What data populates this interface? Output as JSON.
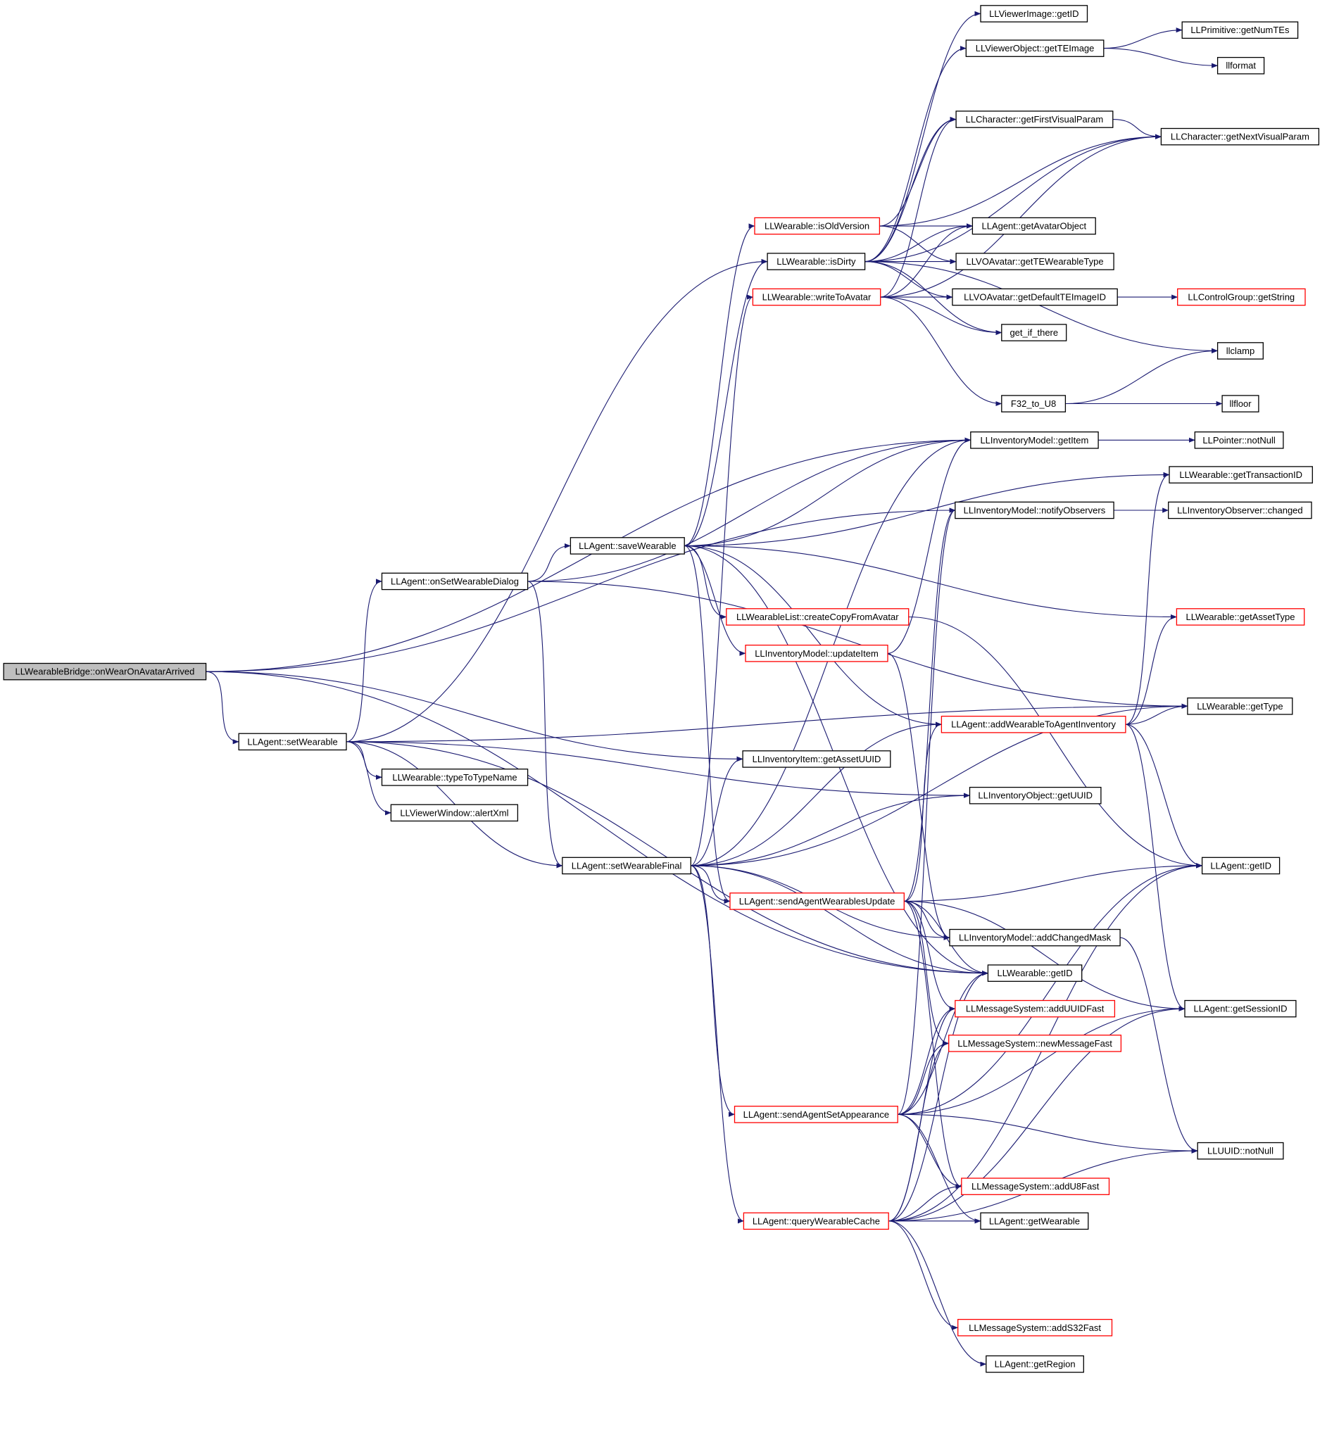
{
  "graph": {
    "colors": {
      "edge": "#191970",
      "node_border": "#000000",
      "truncated_border": "#ff0000",
      "root_fill": "#bfbfbf",
      "background": "#ffffff"
    },
    "nodes": [
      {
        "id": "n0",
        "label": "LLWearableBridge::onWearOnAvatarArrived",
        "style": "root"
      },
      {
        "id": "n1",
        "label": "LLAgent::setWearable",
        "style": "normal"
      },
      {
        "id": "n2",
        "label": "LLAgent::onSetWearableDialog",
        "style": "normal"
      },
      {
        "id": "n3",
        "label": "LLAgent::saveWearable",
        "style": "normal"
      },
      {
        "id": "n4",
        "label": "LLAgent::setWearableFinal",
        "style": "normal"
      },
      {
        "id": "n5",
        "label": "LLWearable::typeToTypeName",
        "style": "normal"
      },
      {
        "id": "n6",
        "label": "LLViewerWindow::alertXml",
        "style": "normal"
      },
      {
        "id": "n7",
        "label": "LLWearable::isOldVersion",
        "style": "truncated"
      },
      {
        "id": "n8",
        "label": "LLWearable::isDirty",
        "style": "normal"
      },
      {
        "id": "n9",
        "label": "LLWearable::writeToAvatar",
        "style": "truncated"
      },
      {
        "id": "n10",
        "label": "LLWearableList::createCopyFromAvatar",
        "style": "truncated"
      },
      {
        "id": "n11",
        "label": "LLInventoryModel::updateItem",
        "style": "truncated"
      },
      {
        "id": "n12",
        "label": "LLInventoryItem::getAssetUUID",
        "style": "normal"
      },
      {
        "id": "n13",
        "label": "LLAgent::sendAgentWearablesUpdate",
        "style": "truncated"
      },
      {
        "id": "n14",
        "label": "LLAgent::sendAgentSetAppearance",
        "style": "truncated"
      },
      {
        "id": "n15",
        "label": "LLAgent::queryWearableCache",
        "style": "truncated"
      },
      {
        "id": "n16",
        "label": "LLViewerImage::getID",
        "style": "normal"
      },
      {
        "id": "n17",
        "label": "LLViewerObject::getTEImage",
        "style": "normal"
      },
      {
        "id": "n18",
        "label": "LLCharacter::getFirstVisualParam",
        "style": "normal"
      },
      {
        "id": "n19",
        "label": "LLAgent::getAvatarObject",
        "style": "normal"
      },
      {
        "id": "n20",
        "label": "LLVOAvatar::getTEWearableType",
        "style": "normal"
      },
      {
        "id": "n21",
        "label": "LLVOAvatar::getDefaultTEImageID",
        "style": "normal"
      },
      {
        "id": "n22",
        "label": "get_if_there",
        "style": "normal"
      },
      {
        "id": "n23",
        "label": "F32_to_U8",
        "style": "normal"
      },
      {
        "id": "n24",
        "label": "LLInventoryModel::getItem",
        "style": "normal"
      },
      {
        "id": "n25",
        "label": "LLInventoryModel::notifyObservers",
        "style": "normal"
      },
      {
        "id": "n26",
        "label": "LLAgent::addWearableToAgentInventory",
        "style": "truncated"
      },
      {
        "id": "n27",
        "label": "LLInventoryObject::getUUID",
        "style": "normal"
      },
      {
        "id": "n28",
        "label": "LLInventoryModel::addChangedMask",
        "style": "normal"
      },
      {
        "id": "n29",
        "label": "LLWearable::getID",
        "style": "normal"
      },
      {
        "id": "n30",
        "label": "LLMessageSystem::addUUIDFast",
        "style": "truncated"
      },
      {
        "id": "n31",
        "label": "LLMessageSystem::newMessageFast",
        "style": "truncated"
      },
      {
        "id": "n32",
        "label": "LLMessageSystem::addU8Fast",
        "style": "truncated"
      },
      {
        "id": "n33",
        "label": "LLAgent::getWearable",
        "style": "normal"
      },
      {
        "id": "n34",
        "label": "LLMessageSystem::addS32Fast",
        "style": "truncated"
      },
      {
        "id": "n35",
        "label": "LLAgent::getRegion",
        "style": "normal"
      },
      {
        "id": "n36",
        "label": "LLPrimitive::getNumTEs",
        "style": "normal"
      },
      {
        "id": "n37",
        "label": "llformat",
        "style": "normal"
      },
      {
        "id": "n38",
        "label": "LLCharacter::getNextVisualParam",
        "style": "normal"
      },
      {
        "id": "n39",
        "label": "LLControlGroup::getString",
        "style": "truncated"
      },
      {
        "id": "n40",
        "label": "llclamp",
        "style": "normal"
      },
      {
        "id": "n41",
        "label": "llfloor",
        "style": "normal"
      },
      {
        "id": "n42",
        "label": "LLPointer::notNull",
        "style": "normal"
      },
      {
        "id": "n43",
        "label": "LLWearable::getTransactionID",
        "style": "normal"
      },
      {
        "id": "n44",
        "label": "LLInventoryObserver::changed",
        "style": "normal"
      },
      {
        "id": "n45",
        "label": "LLWearable::getAssetType",
        "style": "truncated"
      },
      {
        "id": "n46",
        "label": "LLWearable::getType",
        "style": "normal"
      },
      {
        "id": "n47",
        "label": "LLAgent::getID",
        "style": "normal"
      },
      {
        "id": "n48",
        "label": "LLAgent::getSessionID",
        "style": "normal"
      },
      {
        "id": "n49",
        "label": "LLUUID::notNull",
        "style": "normal"
      }
    ],
    "edges": [
      [
        "n0",
        "n1"
      ],
      [
        "n0",
        "n24"
      ],
      [
        "n0",
        "n25"
      ],
      [
        "n0",
        "n12"
      ],
      [
        "n0",
        "n29"
      ],
      [
        "n1",
        "n2"
      ],
      [
        "n1",
        "n5"
      ],
      [
        "n1",
        "n6"
      ],
      [
        "n1",
        "n4"
      ],
      [
        "n1",
        "n8"
      ],
      [
        "n1",
        "n27"
      ],
      [
        "n1",
        "n46"
      ],
      [
        "n1",
        "n29"
      ],
      [
        "n2",
        "n3"
      ],
      [
        "n2",
        "n4"
      ],
      [
        "n2",
        "n24"
      ],
      [
        "n2",
        "n46"
      ],
      [
        "n3",
        "n7"
      ],
      [
        "n3",
        "n8"
      ],
      [
        "n3",
        "n10"
      ],
      [
        "n3",
        "n11"
      ],
      [
        "n3",
        "n24"
      ],
      [
        "n3",
        "n43"
      ],
      [
        "n3",
        "n45"
      ],
      [
        "n3",
        "n26"
      ],
      [
        "n3",
        "n13"
      ],
      [
        "n3",
        "n29"
      ],
      [
        "n4",
        "n9"
      ],
      [
        "n4",
        "n12"
      ],
      [
        "n4",
        "n13"
      ],
      [
        "n4",
        "n14"
      ],
      [
        "n4",
        "n15"
      ],
      [
        "n4",
        "n24"
      ],
      [
        "n4",
        "n27"
      ],
      [
        "n4",
        "n46"
      ],
      [
        "n4",
        "n26"
      ],
      [
        "n4",
        "n28"
      ],
      [
        "n4",
        "n29"
      ],
      [
        "n7",
        "n19"
      ],
      [
        "n7",
        "n18"
      ],
      [
        "n7",
        "n38"
      ],
      [
        "n7",
        "n20"
      ],
      [
        "n8",
        "n19"
      ],
      [
        "n8",
        "n20"
      ],
      [
        "n8",
        "n21"
      ],
      [
        "n8",
        "n22"
      ],
      [
        "n8",
        "n16"
      ],
      [
        "n8",
        "n17"
      ],
      [
        "n8",
        "n18"
      ],
      [
        "n8",
        "n38"
      ],
      [
        "n8",
        "n40"
      ],
      [
        "n9",
        "n19"
      ],
      [
        "n9",
        "n21"
      ],
      [
        "n9",
        "n22"
      ],
      [
        "n9",
        "n23"
      ],
      [
        "n9",
        "n18"
      ],
      [
        "n9",
        "n38"
      ],
      [
        "n10",
        "n47"
      ],
      [
        "n11",
        "n24"
      ],
      [
        "n11",
        "n28"
      ],
      [
        "n13",
        "n25"
      ],
      [
        "n13",
        "n26"
      ],
      [
        "n13",
        "n28"
      ],
      [
        "n13",
        "n29"
      ],
      [
        "n13",
        "n30"
      ],
      [
        "n13",
        "n31"
      ],
      [
        "n13",
        "n32"
      ],
      [
        "n13",
        "n47"
      ],
      [
        "n13",
        "n48"
      ],
      [
        "n14",
        "n25"
      ],
      [
        "n14",
        "n29"
      ],
      [
        "n14",
        "n30"
      ],
      [
        "n14",
        "n31"
      ],
      [
        "n14",
        "n32"
      ],
      [
        "n14",
        "n33"
      ],
      [
        "n14",
        "n47"
      ],
      [
        "n14",
        "n48"
      ],
      [
        "n14",
        "n49"
      ],
      [
        "n15",
        "n30"
      ],
      [
        "n15",
        "n31"
      ],
      [
        "n15",
        "n32"
      ],
      [
        "n15",
        "n33"
      ],
      [
        "n15",
        "n34"
      ],
      [
        "n15",
        "n35"
      ],
      [
        "n15",
        "n47"
      ],
      [
        "n15",
        "n48"
      ],
      [
        "n15",
        "n49"
      ],
      [
        "n15",
        "n29"
      ],
      [
        "n17",
        "n36"
      ],
      [
        "n17",
        "n37"
      ],
      [
        "n18",
        "n38"
      ],
      [
        "n21",
        "n39"
      ],
      [
        "n23",
        "n40"
      ],
      [
        "n23",
        "n41"
      ],
      [
        "n24",
        "n42"
      ],
      [
        "n25",
        "n44"
      ],
      [
        "n26",
        "n43"
      ],
      [
        "n26",
        "n45"
      ],
      [
        "n26",
        "n46"
      ],
      [
        "n26",
        "n47"
      ],
      [
        "n26",
        "n48"
      ],
      [
        "n28",
        "n49"
      ]
    ]
  }
}
